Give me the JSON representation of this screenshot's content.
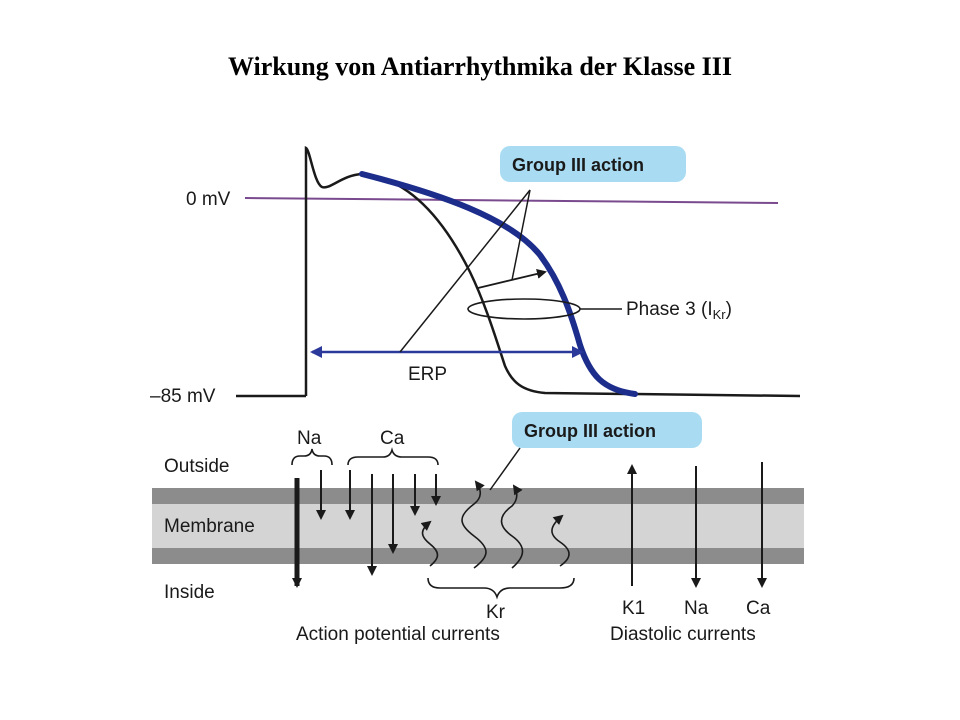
{
  "title": "Wirkung von Antiarrhythmika der Klasse III",
  "action_potential": {
    "zero_mv_label": "0 mV",
    "rest_mv_label": "–85 mV",
    "badge": "Group III action",
    "phase3_prefix": "Phase 3 (I",
    "phase3_sub": "Kr",
    "phase3_suffix": ")",
    "erp_label": "ERP"
  },
  "membrane": {
    "badge": "Group III action",
    "outside_label": "Outside",
    "membrane_label": "Membrane",
    "inside_label": "Inside",
    "na_label": "Na",
    "ca_label": "Ca",
    "kr_label": "Kr",
    "ap_currents_label": "Action potential currents",
    "diastolic_currents_label": "Diastolic currents",
    "diastolic": {
      "k1": "K1",
      "na": "Na",
      "ca": "Ca"
    }
  },
  "colors": {
    "badge_fill": "#a9dcf3",
    "prolonged_curve": "#1c2d8c",
    "erp_arrow": "#2b3a9a",
    "zero_line": "#7a4a8e",
    "membrane_dark": "#8c8c8c",
    "membrane_light": "#d4d4d4"
  }
}
